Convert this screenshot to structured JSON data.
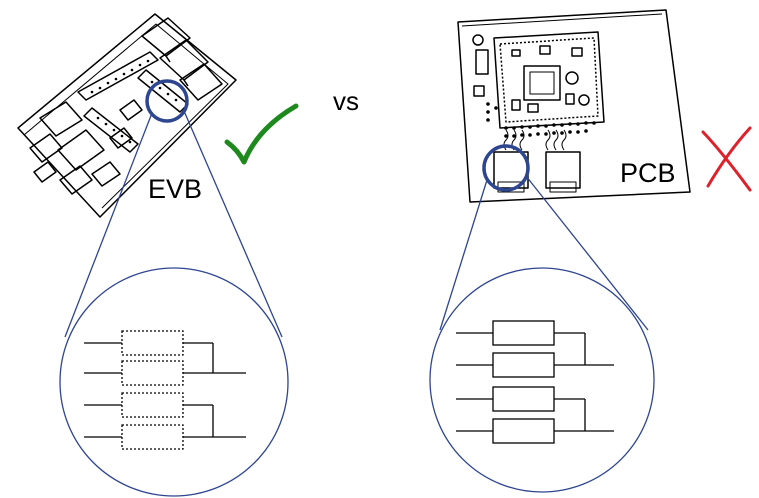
{
  "left_board": {
    "label": "EVB"
  },
  "separator": {
    "label": "vs"
  },
  "right_board": {
    "label": "PCB"
  },
  "marks": {
    "check": {
      "icon": "check-mark-icon",
      "color": "#1e8a1e"
    },
    "cross": {
      "icon": "cross-mark-icon",
      "color": "#e0202a"
    }
  },
  "colors": {
    "circle": "#2e4590",
    "line": "#2e4590"
  }
}
